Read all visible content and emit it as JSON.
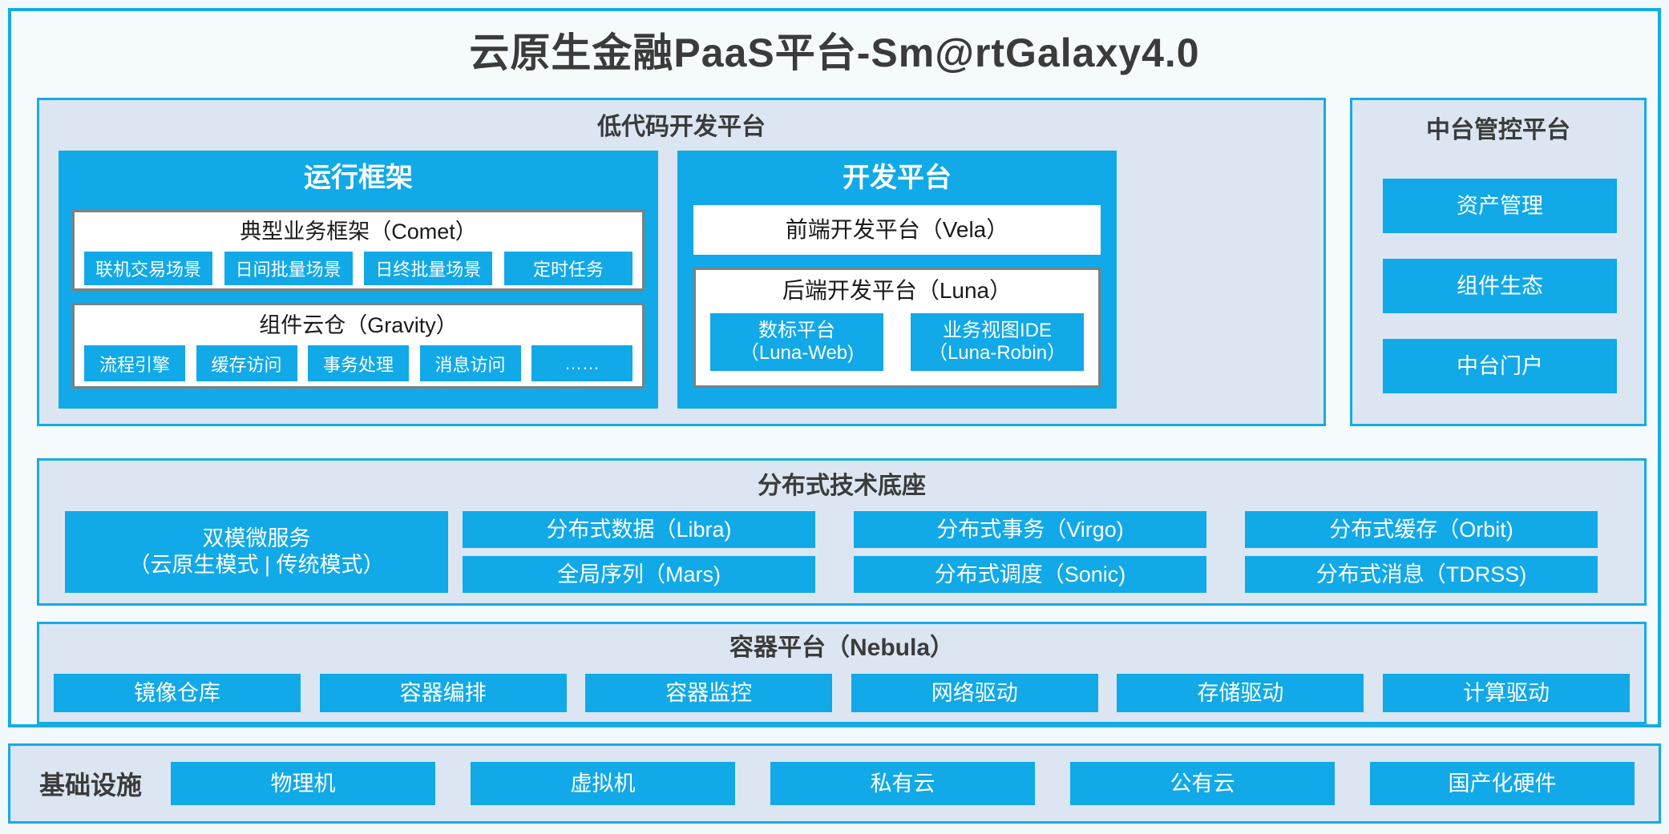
{
  "title": "云原生金融PaaS平台-Sm@rtGalaxy4.0",
  "colors": {
    "accent_blue": "#11a9e7",
    "frame_blue": "#14ace4",
    "panel_fill": "#dce6f2",
    "page_bg": "#f2f9fc",
    "card_border": "#7f7f7f",
    "text_dark": "#3b3b3b"
  },
  "lowcode": {
    "title": "低代码开发平台",
    "runtime": {
      "title": "运行框架",
      "comet": {
        "title": "典型业务框架（Comet）",
        "items": [
          "联机交易场景",
          "日间批量场景",
          "日终批量场景",
          "定时任务"
        ]
      },
      "gravity": {
        "title": "组件云仓（Gravity）",
        "items": [
          "流程引擎",
          "缓存访问",
          "事务处理",
          "消息访问",
          "……"
        ]
      }
    },
    "dev": {
      "title": "开发平台",
      "vela": {
        "title": "前端开发平台（Vela）"
      },
      "luna": {
        "title": "后端开发平台（Luna）",
        "items": [
          {
            "name": "数标平台",
            "code": "（Luna-Web)"
          },
          {
            "name": "业务视图IDE",
            "code": "（Luna-Robin）"
          }
        ]
      }
    }
  },
  "mid_platform": {
    "title": "中台管控平台",
    "items": [
      "资产管理",
      "组件生态",
      "中台门户"
    ]
  },
  "dist_base": {
    "title": "分布式技术底座",
    "dual_mode": {
      "line1": "双模微服务",
      "line2": "（云原生模式 | 传统模式）"
    },
    "col1": [
      "分布式数据（Libra)",
      "全局序列（Mars)"
    ],
    "col2": [
      "分布式事务（Virgo)",
      "分布式调度（Sonic)"
    ],
    "col3": [
      "分布式缓存（Orbit)",
      "分布式消息（TDRSS)"
    ]
  },
  "container_platform": {
    "title": "容器平台（Nebula）",
    "items": [
      "镜像仓库",
      "容器编排",
      "容器监控",
      "网络驱动",
      "存储驱动",
      "计算驱动"
    ]
  },
  "infrastructure": {
    "label": "基础设施",
    "items": [
      "物理机",
      "虚拟机",
      "私有云",
      "公有云",
      "国产化硬件"
    ]
  }
}
